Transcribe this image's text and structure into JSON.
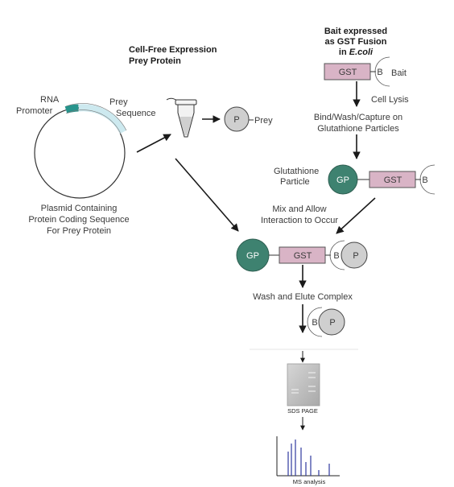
{
  "headings": {
    "cell_free_line1": "Cell-Free Expression",
    "cell_free_line2": "Prey Protein",
    "bait_line1": "Bait expressed",
    "bait_line2": "as GST Fusion",
    "bait_line3_prefix": "in ",
    "bait_line3_italic": "E.coli"
  },
  "plasmid": {
    "rna_promoter_line1": "RNA",
    "rna_promoter_line2": "Promoter",
    "prey_sequence_line1": "Prey",
    "prey_sequence_line2": "Sequence",
    "caption_line1": "Plasmid Containing",
    "caption_line2": "Protein Coding Sequence",
    "caption_line3": "For Prey Protein"
  },
  "molecules": {
    "p": "P",
    "prey": "Prey",
    "gst": "GST",
    "b": "B",
    "bait": "Bait",
    "gp": "GP",
    "glutathione_line1": "Glutathione",
    "glutathione_line2": "Particle"
  },
  "steps": {
    "cell_lysis": "Cell Lysis",
    "bind_line1": "Bind/Wash/Capture on",
    "bind_line2": "Glutathione Particles",
    "mix_line1": "Mix and Allow",
    "mix_line2": "Interaction to Occur",
    "wash_elute": "Wash and Elute Complex",
    "sds_page": "SDS PAGE",
    "ms_analysis": "MS analysis"
  },
  "colors": {
    "gst_fill": "#d9b4c6",
    "bait_orange": "#f0a21e",
    "prey_gray": "#cfcfcf",
    "gp_green": "#3e8270",
    "promoter_teal": "#27948c",
    "prey_seq_lightblue": "#cde9ef",
    "ms_peaks_blue": "#2e3a9e"
  }
}
